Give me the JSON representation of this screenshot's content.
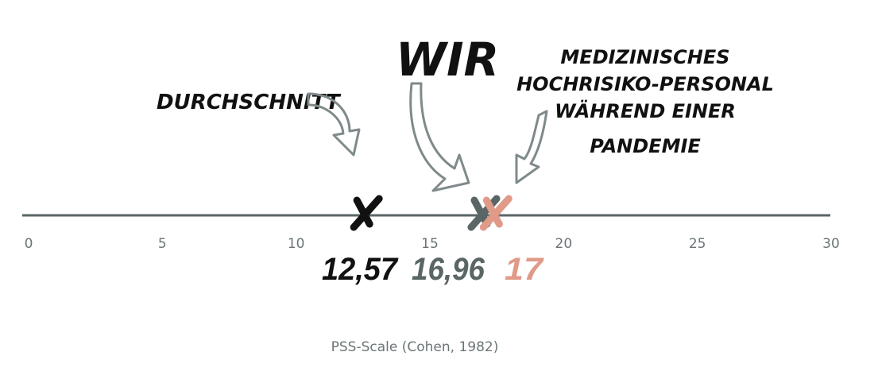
{
  "chart_data": {
    "type": "scatter",
    "xlim": [
      0,
      30
    ],
    "ticks": [
      "0",
      "5",
      "10",
      "15",
      "20",
      "25",
      "30"
    ],
    "tick_values": [
      0,
      5,
      10,
      15,
      20,
      25,
      30
    ],
    "xlabel": "PSS-Scale (Cohen, 1982)",
    "points": [
      {
        "name": "Durchschnitt",
        "x": 12.57,
        "label": "12,57",
        "color": "#111111"
      },
      {
        "name": "Wir",
        "x": 16.96,
        "label": "16,96",
        "color": "#5a6566"
      },
      {
        "name": "Medizinisches Hochrisiko-Personal während einer Pandemie",
        "x": 17,
        "label": "17",
        "color": "#e09a88"
      }
    ]
  },
  "annotations": {
    "durchschnitt": "DURCHSCHNITT",
    "wir": "WIR",
    "personal": [
      "MEDIZINISCHES",
      "HOCHRISIKO-PERSONAL",
      "WÄHREND EINER",
      "PANDEMIE"
    ]
  },
  "colors": {
    "axis": "#5a6566",
    "arrow": "#7f8a8b"
  }
}
